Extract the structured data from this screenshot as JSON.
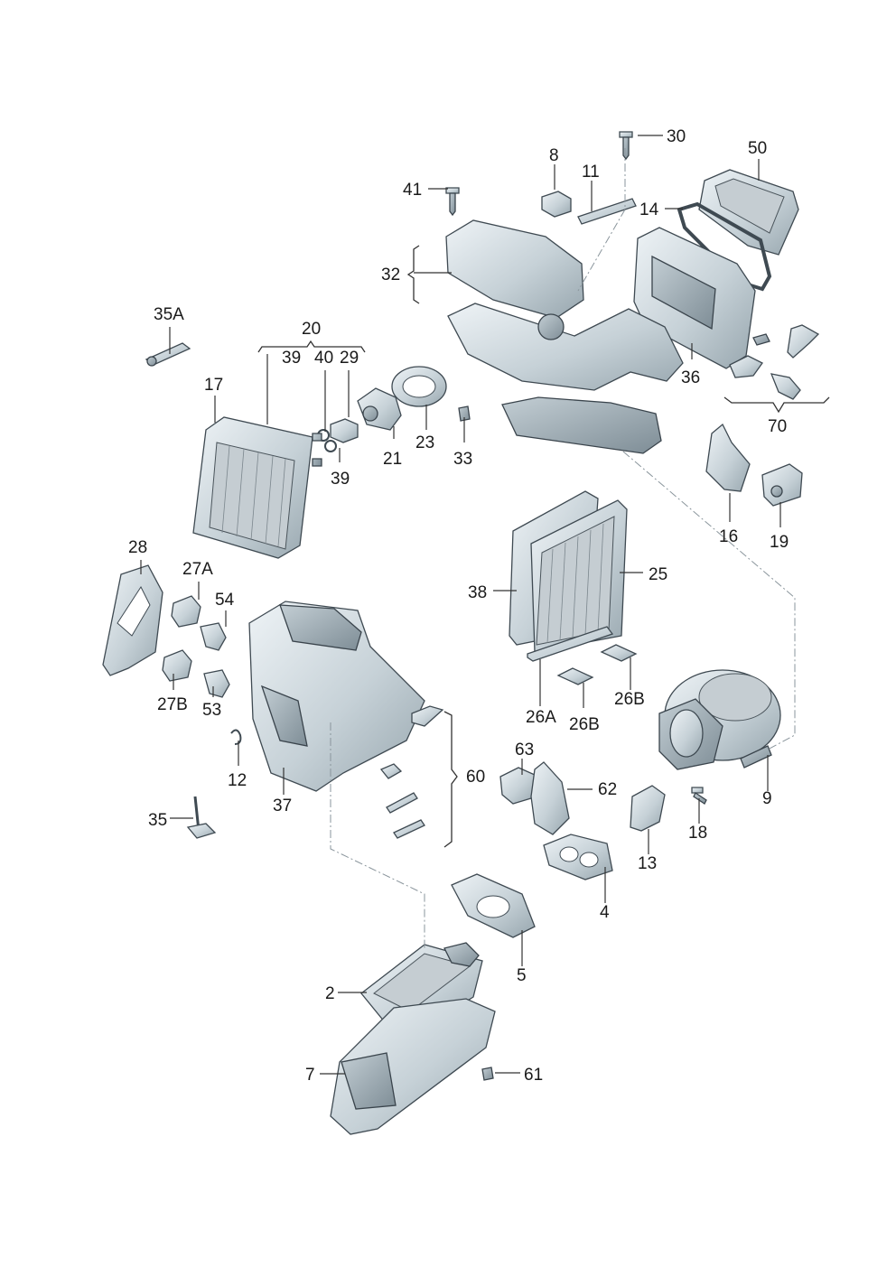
{
  "labels": {
    "l30": "30",
    "l8": "8",
    "l50": "50",
    "l11": "11",
    "l41": "41",
    "l14": "14",
    "l32": "32",
    "l35A": "35A",
    "l20": "20",
    "l39a": "39",
    "l40": "40",
    "l29": "29",
    "l17": "17",
    "l21": "21",
    "l23": "23",
    "l33": "33",
    "l39b": "39",
    "l36": "36",
    "l70": "70",
    "l16": "16",
    "l19": "19",
    "l28": "28",
    "l27A": "27A",
    "l54": "54",
    "l27B": "27B",
    "l53": "53",
    "l38": "38",
    "l25": "25",
    "l26A": "26A",
    "l26Ba": "26B",
    "l26Bb": "26B",
    "l12": "12",
    "l37": "37",
    "l60": "60",
    "l63": "63",
    "l62": "62",
    "l9": "9",
    "l35": "35",
    "l18": "18",
    "l13": "13",
    "l4": "4",
    "l5": "5",
    "l2": "2",
    "l7": "7",
    "l61": "61"
  },
  "colors": {
    "part_light": "#e4ebef",
    "part_mid": "#b9c5cc",
    "part_dark": "#8d9ba4",
    "outline": "#3f4a52",
    "label": "#1a1a1a"
  }
}
